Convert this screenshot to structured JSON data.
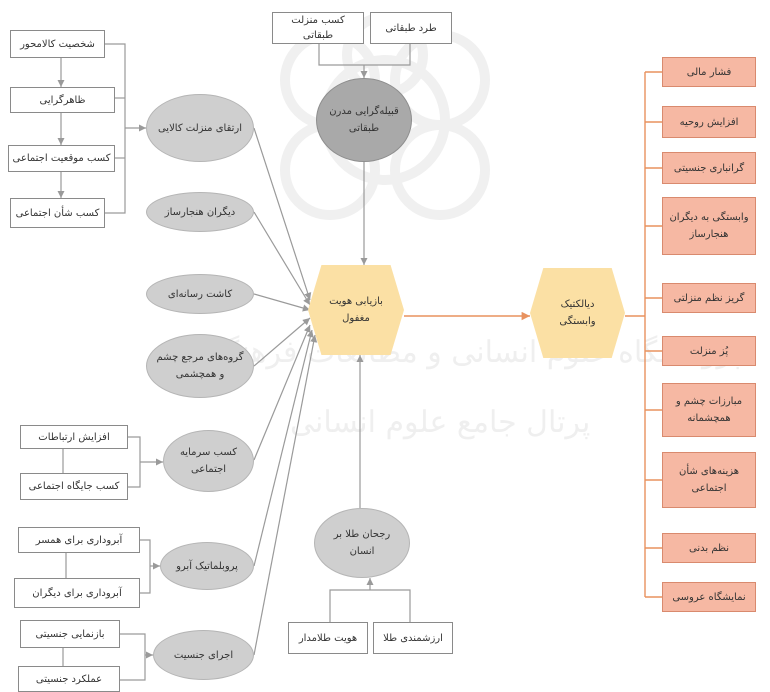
{
  "top_boxes": [
    "کسب منزلت طبقاتی",
    "طرد طبقاتی"
  ],
  "top_oval": "قبیله‌گرایی مدرن طبقاتی",
  "left_boxes": {
    "group1": [
      "شخصیت کالامحور",
      "ظاهرگرایی",
      "کسب موقعیت اجتماعی",
      "کسب شأن اجتماعی"
    ],
    "group2": [
      "افزایش ارتباطات",
      "کسب جایگاه اجتماعی"
    ],
    "group3": [
      "آبروداری برای همسر",
      "آبروداری برای دیگران"
    ],
    "group4": [
      "بازنمایی جنسیتی",
      "عملکرد جنسیتی"
    ]
  },
  "left_ovals": [
    "ارتقای منزلت کالایی",
    "دیگران هنجارساز",
    "کاشت رسانه‌ای",
    "گروه‌های مرجع چشم و همچشمی",
    "کسب سرمایه اجتماعی",
    "پروبلماتیک آبرو",
    "اجرای جنسیت"
  ],
  "center_hex": "بازیابی هویت مغفول",
  "right_hex": "دیالکتیک وابستگی",
  "bottom_oval": "رجحان طلا بر انسان",
  "bottom_boxes": [
    "هویت طلامدار",
    "ارزشمندی طلا"
  ],
  "right_boxes": [
    "فشار مالی",
    "افزایش روحیه",
    "گرانباری جنسیتی",
    "وابستگی به دیگران هنجارساز",
    "گریز نظم منزلتی",
    "پُز منزلت",
    "مبارزات چشم و همچشمانه",
    "هزینه‌های شأن اجتماعی",
    "نظم بدنی",
    "نمایشگاه عروسی"
  ],
  "watermark": [
    "پژوهشگاه علوم انسانی و مطالعات فرهنگی",
    "پرتال جامع علوم انسانی"
  ],
  "colors": {
    "oval": "#cfcfcf",
    "hex": "#fbe0a4",
    "orange_box": "#f6b8a3",
    "orange_line": "#e8925f",
    "line": "#9a9a9a"
  }
}
